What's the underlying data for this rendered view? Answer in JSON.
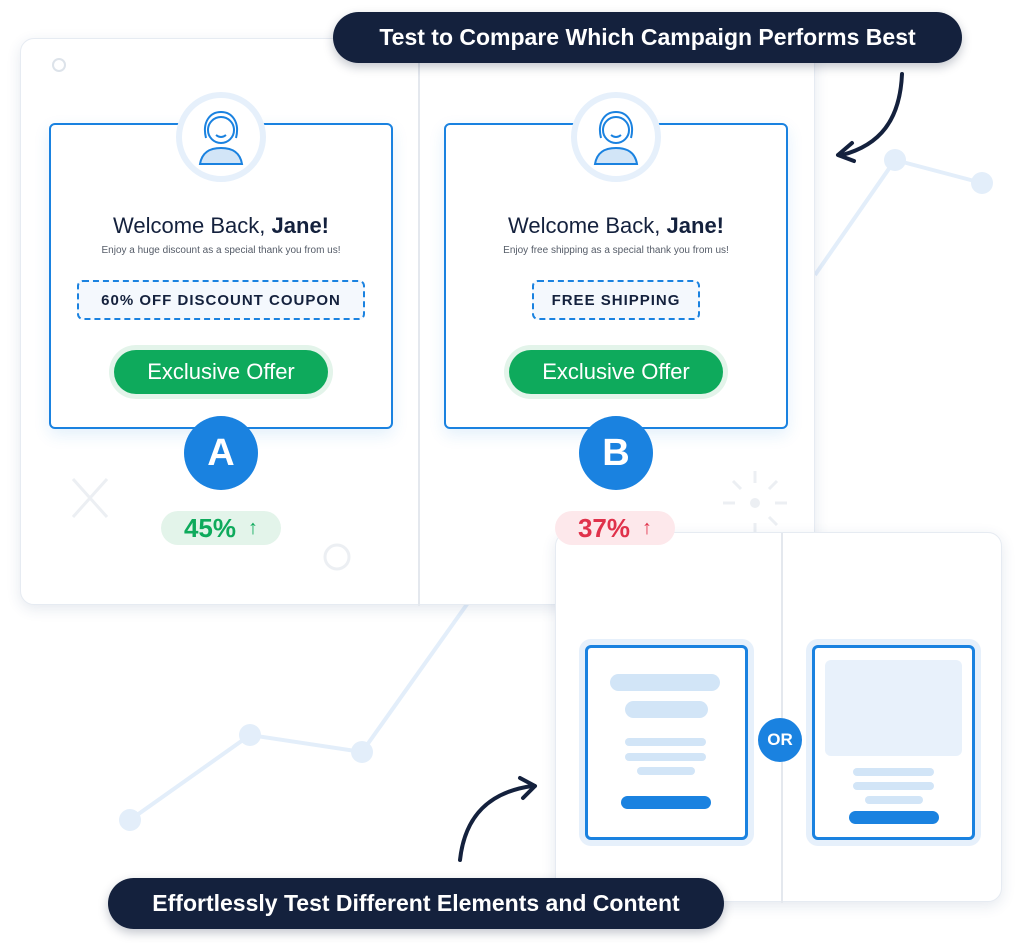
{
  "headline_top": "Test to Compare Which Campaign Performs Best",
  "headline_bottom": "Effortlessly Test Different Elements and Content",
  "variants": [
    {
      "letter": "A",
      "greeting": "Welcome Back,",
      "name": "Jane!",
      "subtitle": "Enjoy a huge discount as a special thank you from us!",
      "coupon": "60% OFF DISCOUNT COUPON",
      "button": "Exclusive Offer",
      "result": "45%",
      "result_color": "#0eaa5c",
      "result_bg": "#e3f4ea"
    },
    {
      "letter": "B",
      "greeting": "Welcome Back,",
      "name": "Jane!",
      "subtitle": "Enjoy free shipping as a special thank you from us!",
      "coupon": "FREE SHIPPING",
      "button": "Exclusive Offer",
      "result": "37%",
      "result_color": "#e0324b",
      "result_bg": "#fde8eb"
    }
  ],
  "or_label": "OR",
  "colors": {
    "accent": "#1a82e0",
    "navy": "#14213d",
    "green": "#0eaa5c",
    "red": "#e0324b"
  }
}
